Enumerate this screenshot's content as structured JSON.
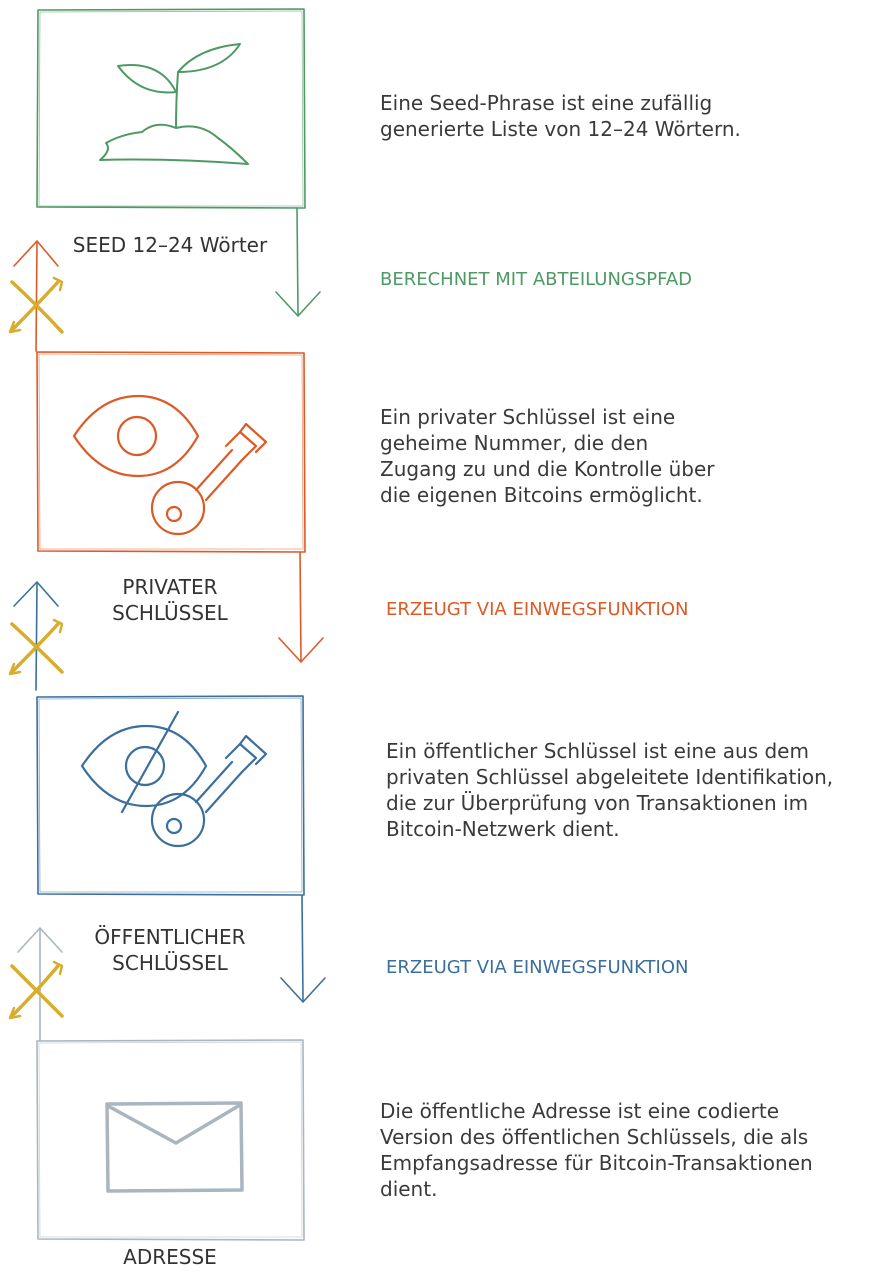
{
  "colors": {
    "seed": "#4e9a64",
    "private": "#dc5a26",
    "public": "#3b6f9d",
    "address": "#a9b6bf",
    "cross": "#d8ad2b",
    "text": "#333333"
  },
  "icons": {
    "seed": "sprout-icon",
    "private": "eye-key-icon",
    "public": "crossed-eye-key-icon",
    "address": "envelope-icon",
    "blocked": "cross-mark-icon"
  },
  "boxes": {
    "seed": {
      "label": "SEED 12–24 Wörter"
    },
    "private": {
      "label_lines": [
        "PRIVATER",
        "SCHLÜSSEL"
      ]
    },
    "public": {
      "label_lines": [
        "ÖFFENTLICHER",
        "SCHLÜSSEL"
      ]
    },
    "address": {
      "label": "ADRESSE"
    }
  },
  "steps": {
    "seed_to_private": "BERECHNET MIT ABTEILUNGSPFAD",
    "private_to_public": "ERZEUGT VIA EINWEGSFUNKTION",
    "public_to_address": "ERZEUGT VIA EINWEGSFUNKTION"
  },
  "descriptions": {
    "seed": [
      "Eine Seed-Phrase ist eine zufällig",
      "generierte Liste von 12–24 Wörtern."
    ],
    "private": [
      "Ein privater Schlüssel ist eine",
      "geheime Nummer, die den",
      "Zugang zu und die Kontrolle über",
      "die eigenen Bitcoins ermöglicht."
    ],
    "public": [
      "Ein öffentlicher Schlüssel ist eine aus dem",
      "privaten Schlüssel abgeleitete Identifikation,",
      "die zur Überprüfung von Transaktionen im",
      "Bitcoin-Netzwerk dient."
    ],
    "address": [
      "Die öffentliche Adresse ist eine codierte",
      "Version des öffentlichen Schlüssels, die als",
      "Empfangsadresse für Bitcoin-Transaktionen",
      "dient."
    ]
  }
}
